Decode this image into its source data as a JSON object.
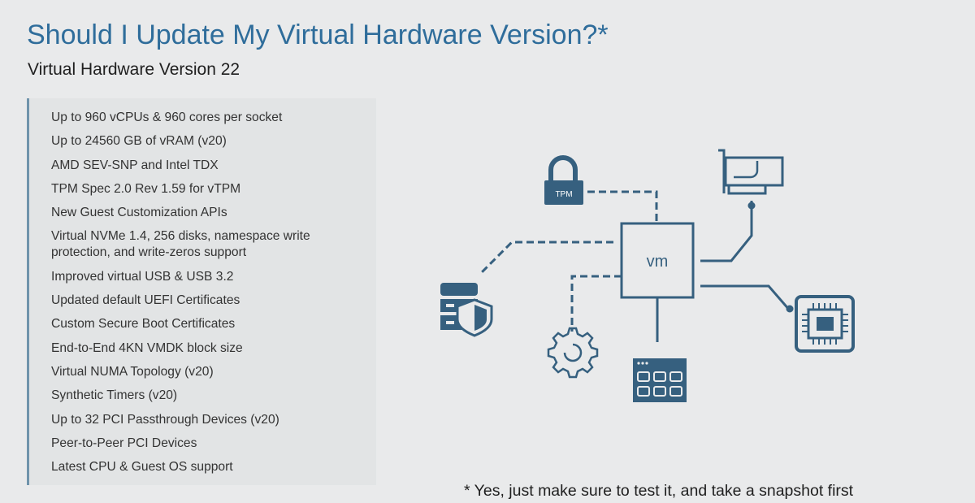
{
  "slide": {
    "title": "Should I Update My Virtual Hardware Version?*",
    "subtitle": "Virtual Hardware Version 22",
    "features": [
      "Up to 960 vCPUs & 960 cores per socket",
      "Up to 24560 GB of vRAM (v20)",
      "AMD SEV-SNP and Intel TDX",
      "TPM Spec 2.0 Rev 1.59 for vTPM",
      "New Guest Customization APIs",
      "Virtual NVMe 1.4, 256 disks, namespace write protection, and write-zeros support",
      "Improved virtual USB & USB 3.2",
      "Updated default UEFI Certificates",
      "Custom Secure Boot Certificates",
      "End-to-End 4KN VMDK block size",
      "Virtual NUMA Topology (v20)",
      "Synthetic Timers (v20)",
      "Up to 32 PCI Passthrough Devices (v20)",
      "Peer-to-Peer PCI Devices",
      "Latest CPU & Guest OS support"
    ],
    "footnote": "* Yes, just make sure to test it, and take a snapshot first"
  },
  "diagram": {
    "vm_label": "vm",
    "tpm_label": "TPM",
    "icons": [
      "lock-icon",
      "pci-card-icon",
      "secure-storage-icon",
      "gear-icon",
      "console-window-icon",
      "cpu-chip-icon"
    ],
    "accent_color": "#2f6d9b",
    "line_color": "#36607f"
  }
}
